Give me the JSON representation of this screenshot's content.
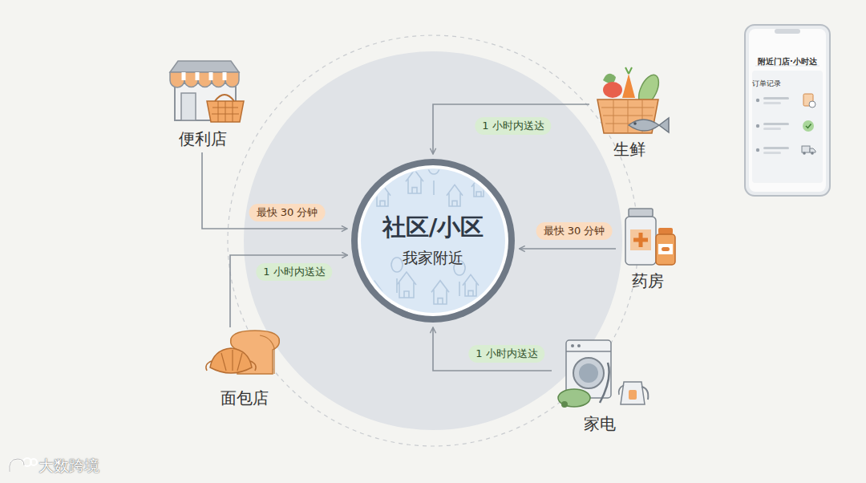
{
  "diagram": {
    "nodes": [
      {
        "text": [
          "便利店"
        ]
      },
      {
        "text": [
          "生鲜"
        ]
      },
      {
        "text": [
          "附近门店·小时达",
          "订单记录"
        ]
      },
      {
        "text": [
          "社区/小区",
          "我家附近"
        ]
      },
      {
        "text": [
          "药房"
        ]
      },
      {
        "text": [
          "面包店"
        ]
      },
      {
        "text": [
          "家电"
        ]
      }
    ],
    "edges": [
      {
        "from": 0,
        "to": 3,
        "arrow": "to",
        "label": "最快 30 分钟"
      },
      {
        "from": 1,
        "to": 3,
        "arrow": "to",
        "label": "1 小时内送达"
      },
      {
        "from": 4,
        "to": 3,
        "arrow": "to",
        "label": "最快 30 分钟"
      },
      {
        "from": 5,
        "to": 3,
        "arrow": "to",
        "label": "1 小时内送达"
      },
      {
        "from": 6,
        "to": 3,
        "arrow": "to",
        "label": "1 小时内送达"
      }
    ],
    "labels": [
      "大数跨境"
    ]
  }
}
